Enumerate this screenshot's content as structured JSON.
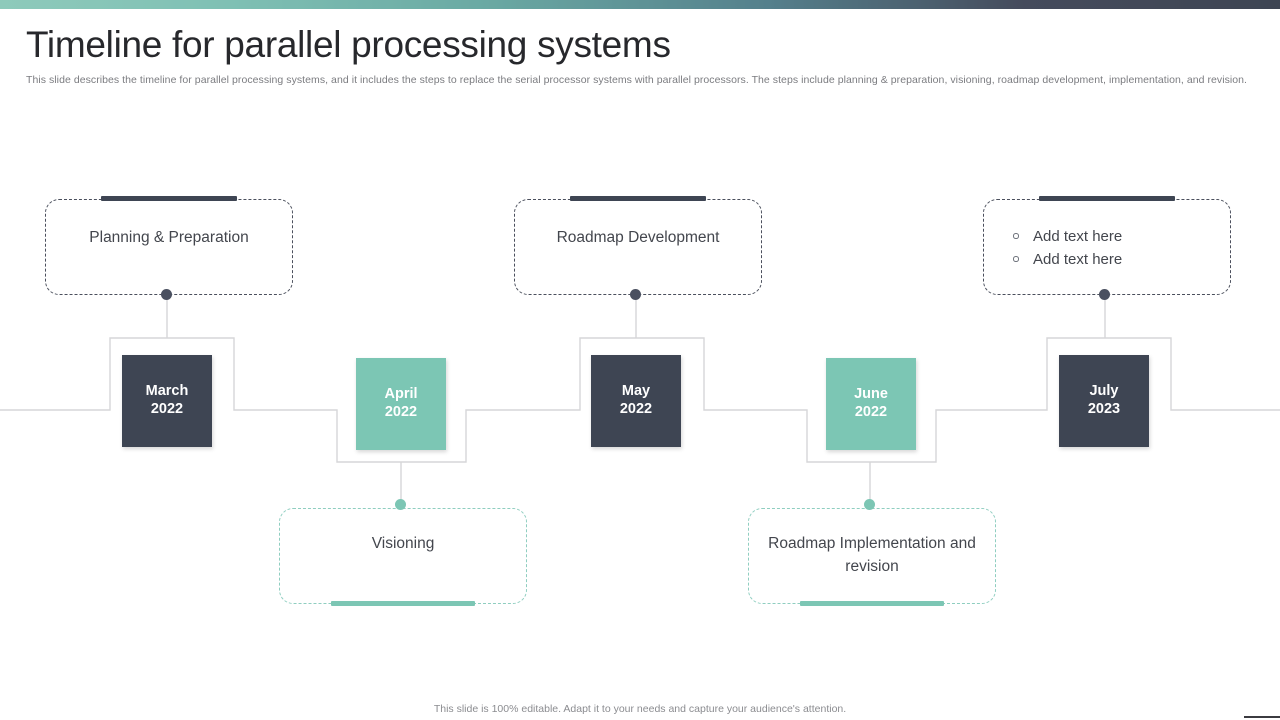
{
  "header": {
    "title": "Timeline for parallel processing systems",
    "subtitle": "This slide describes the timeline for parallel processing systems, and it includes the steps to replace the serial processor systems with parallel processors. The steps include planning & preparation, visioning, roadmap development, implementation, and revision."
  },
  "colors": {
    "teal": "#7cc6b4",
    "dark_slate": "#3e4553",
    "connector_line": "#d6d6d8",
    "subtitle_gray": "#7b7c80",
    "body_text": "#43464d"
  },
  "timeline": {
    "milestones": [
      {
        "month": "March",
        "year": "2022",
        "style": "dark"
      },
      {
        "month": "April",
        "year": "2022",
        "style": "teal"
      },
      {
        "month": "May",
        "year": "2022",
        "style": "dark"
      },
      {
        "month": "June",
        "year": "2022",
        "style": "teal"
      },
      {
        "month": "July",
        "year": "2023",
        "style": "dark"
      }
    ],
    "top_cards": [
      {
        "text": "Planning & Preparation",
        "type": "text"
      },
      {
        "text": "Roadmap Development",
        "type": "text"
      },
      {
        "type": "bullets",
        "bullets": [
          "Add text here",
          "Add text here"
        ]
      }
    ],
    "bottom_cards": [
      {
        "text": "Visioning"
      },
      {
        "text": "Roadmap Implementation and revision"
      }
    ]
  },
  "footer": {
    "note": "This slide is 100% editable. Adapt it to your needs and capture your audience's attention."
  }
}
